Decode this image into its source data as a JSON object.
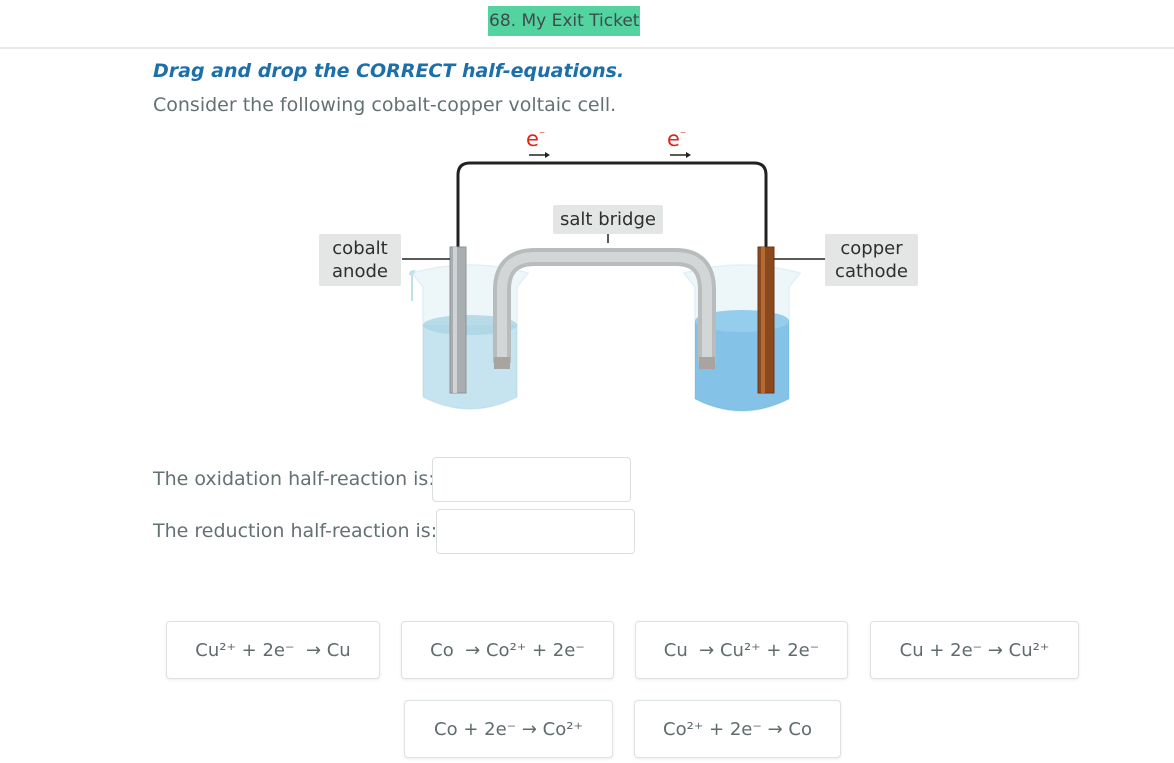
{
  "header": {
    "title": "68. My Exit Ticket"
  },
  "main": {
    "instruction": "Drag and drop the CORRECT half-equations.",
    "subtitle": "Consider the following cobalt-copper voltaic cell."
  },
  "diagram": {
    "electron_left": "e",
    "electron_right": "e",
    "electron_charge": "⁻",
    "salt_bridge_label": "salt bridge",
    "anode_label_1": "cobalt",
    "anode_label_2": "anode",
    "cathode_label_1": "copper",
    "cathode_label_2": "cathode"
  },
  "questions": {
    "oxidation": "The oxidation half-reaction is:",
    "reduction": "The reduction half-reaction is:"
  },
  "tiles": [
    {
      "text": "Cu²⁺ + 2e⁻  → Cu"
    },
    {
      "text": "Co  → Co²⁺ + 2e⁻"
    },
    {
      "text": "Cu  → Cu²⁺ + 2e⁻"
    },
    {
      "text": "Cu + 2e⁻ → Cu²⁺"
    },
    {
      "text": "Co + 2e⁻ → Co²⁺"
    },
    {
      "text": "Co²⁺ + 2e⁻ → Co"
    }
  ],
  "colors": {
    "accent": "#1c6fa8",
    "ticket_bg": "#52d3a0",
    "electron": "#e2231a",
    "copper": "#8b4a1e",
    "cobalt": "#a9aeb1"
  }
}
